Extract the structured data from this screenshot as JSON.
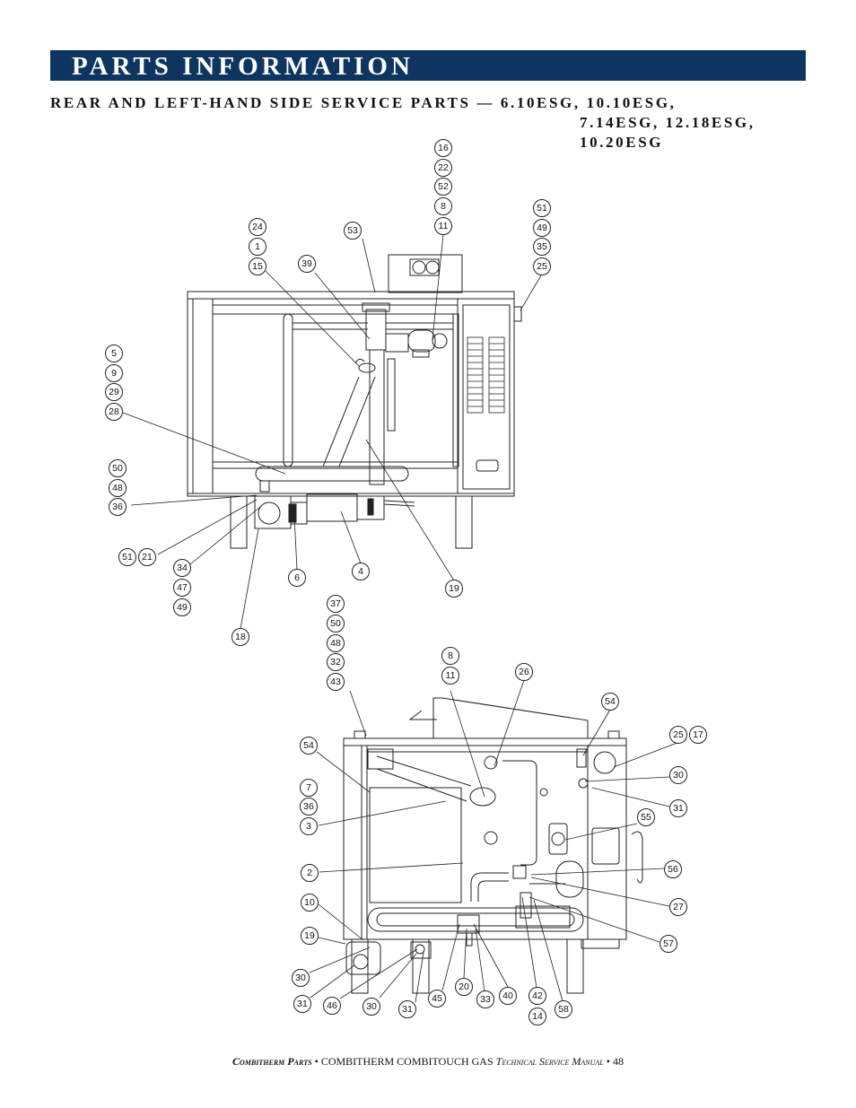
{
  "page": {
    "title": "PARTS INFORMATION",
    "subtitle_lines": [
      "REAR AND LEFT-HAND SIDE SERVICE PARTS — 6.10ESG, 10.10ESG,",
      "7.14ESG, 12.18ESG,",
      "10.20ESG"
    ]
  },
  "diagram_top": {
    "callouts": {
      "c16": "16",
      "c22": "22",
      "c52": "52",
      "c8": "8",
      "c11": "11",
      "c24": "24",
      "c1": "1",
      "c15": "15",
      "c53": "53",
      "c39": "39",
      "c51": "51",
      "c49": "49",
      "c35": "35",
      "c25": "25",
      "c5": "5",
      "c9": "9",
      "c29": "29",
      "c28": "28",
      "c50": "50",
      "c48": "48",
      "c36": "36",
      "c51b": "51",
      "c21": "21",
      "c34": "34",
      "c47": "47",
      "c49b": "49",
      "c6": "6",
      "c4": "4",
      "c19": "19",
      "c18": "18"
    }
  },
  "diagram_bottom": {
    "callouts": {
      "c37": "37",
      "c50": "50",
      "c48": "48",
      "c32": "32",
      "c43": "43",
      "c8": "8",
      "c11": "11",
      "c26": "26",
      "c54a": "54",
      "c54b": "54",
      "c25": "25",
      "c17": "17",
      "c7": "7",
      "c36": "36",
      "c3": "3",
      "c30a": "30",
      "c31a": "31",
      "c55": "55",
      "c2": "2",
      "c56": "56",
      "c27": "27",
      "c10": "10",
      "c57": "57",
      "c19": "19",
      "c30b": "30",
      "c31b": "31",
      "c46": "46",
      "c30c": "30",
      "c31c": "31",
      "c45": "45",
      "c20": "20",
      "c33": "33",
      "c40": "40",
      "c42": "42",
      "c14": "14",
      "c58": "58"
    }
  },
  "footer": {
    "left": "Combitherm Parts",
    "sep1": " • ",
    "middle": "COMBITHERM COMBITOUCH GAS ",
    "manual": "Technical Service Manual",
    "sep2": " • ",
    "page_number": "48"
  }
}
